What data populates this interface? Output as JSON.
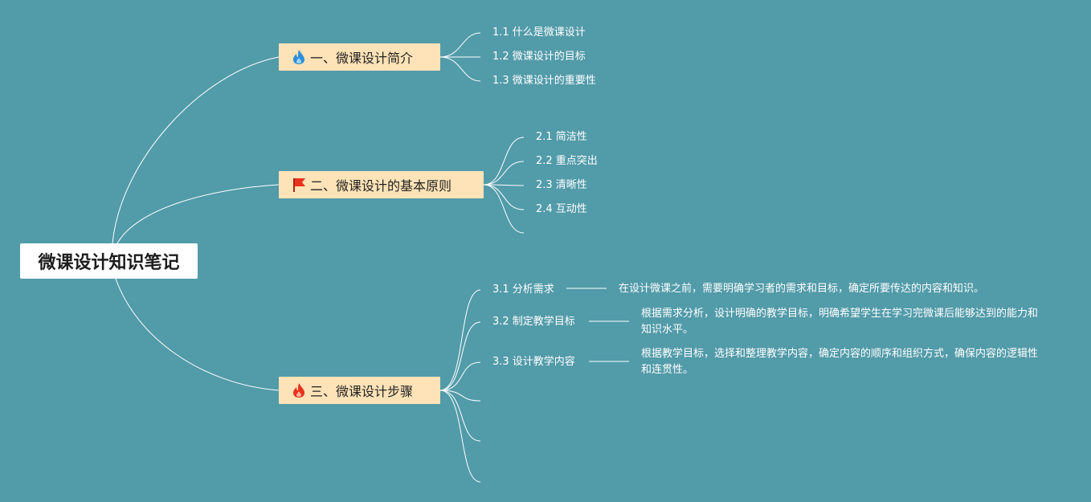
{
  "root": {
    "label": "微课设计知识笔记"
  },
  "branches": [
    {
      "label": "一、微课设计简介",
      "icon": "droplet-flame-icon",
      "icon_color": "#2f8fd8",
      "children": [
        {
          "label": "1.1 什么是微课设计"
        },
        {
          "label": "1.2 微课设计的目标"
        },
        {
          "label": "1.3 微课设计的重要性"
        }
      ]
    },
    {
      "label": "二、微课设计的基本原则",
      "icon": "red-flag-icon",
      "icon_color": "#e8321c",
      "children": [
        {
          "label": "2.1 简洁性"
        },
        {
          "label": "2.2 重点突出"
        },
        {
          "label": "2.3 清晰性"
        },
        {
          "label": "2.4 互动性"
        }
      ]
    },
    {
      "label": "三、微课设计步骤",
      "icon": "flame-icon",
      "icon_color": "#e8321c",
      "children": [
        {
          "label": "3.1 分析需求",
          "desc": "在设计微课之前，需要明确学习者的需求和目标，确定所要传达的内容和知识。"
        },
        {
          "label": "3.2 制定教学目标",
          "desc": "根据需求分析，设计明确的教学目标，明确希望学生在学习完微课后能够达到的能力和知识水平。"
        },
        {
          "label": "3.3 设计教学内容",
          "desc": "根据教学目标，选择和整理教学内容，确定内容的顺序和组织方式，确保内容的逻辑性和连贯性。"
        }
      ]
    }
  ],
  "colors": {
    "background": "#529ba9",
    "branch_fill": "#fde3b7",
    "connector": "#ffffff"
  }
}
